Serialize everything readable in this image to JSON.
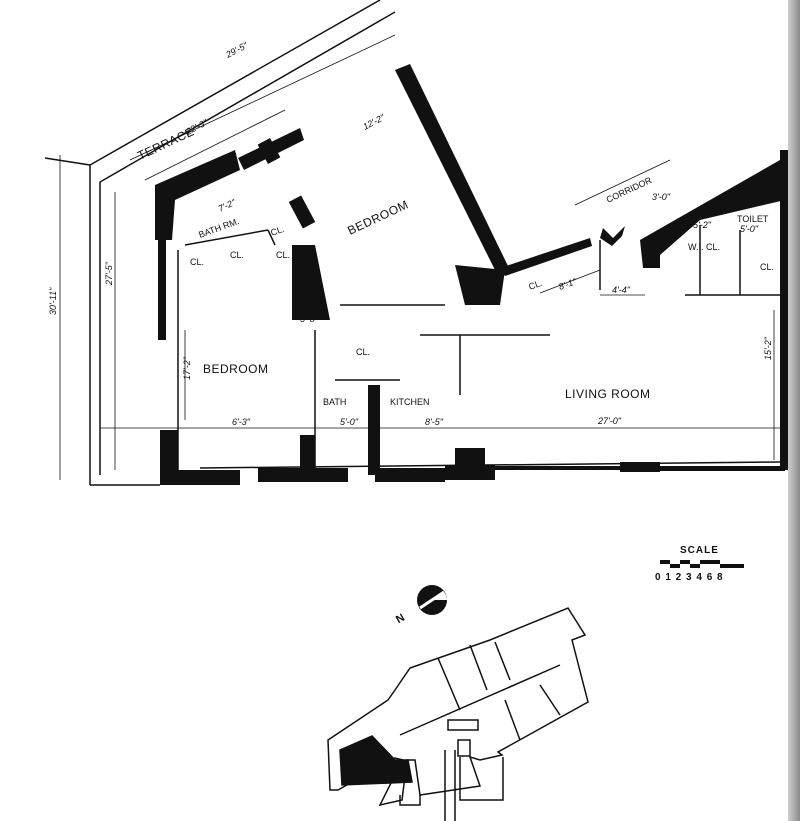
{
  "rooms": {
    "terrace": "TERRACE",
    "bath_rm": "BATH RM.",
    "bedroom_1": "BEDROOM",
    "bedroom_2": "BEDROOM",
    "bath": "BATH",
    "kitchen": "KITCHEN",
    "living_room": "LIVING ROOM",
    "corridor": "CORRIDOR",
    "toilet": "TOILET",
    "wi_closet": "W.I. CL.",
    "closets": [
      "CL.",
      "CL.",
      "CL.",
      "CL.",
      "CL.",
      "CL.",
      "CL."
    ]
  },
  "dimensions": {
    "terrace_overall": "29'-5\"",
    "terrace_length": "22'-3\"",
    "overall_depth": "30'-11\"",
    "left_depth": "27'-5\"",
    "bedroom_depth": "17'-2\"",
    "bedroom_width": "6'-3\"",
    "bedroom_top_width": "12'-2\"",
    "bath_width": "5'-0\"",
    "kitchen_width": "8'-5\"",
    "living_room_width": "27'-0\"",
    "living_room_depth": "15'-2\"",
    "corridor_closet": "8'-1\"",
    "toilet_width": "5'-0\"",
    "wic_width": "5'-2\"",
    "corridor_offset": "4'-4\"",
    "bathrm_width": "7'-2\"",
    "closet_width": "3'-0\"",
    "wedge_width": "3'-8\""
  },
  "north_label": "N",
  "scale": {
    "title": "SCALE",
    "ticks": "0 1 2 3 4  6  8"
  },
  "colors": {
    "ink": "#111111",
    "paper": "#ffffff"
  }
}
